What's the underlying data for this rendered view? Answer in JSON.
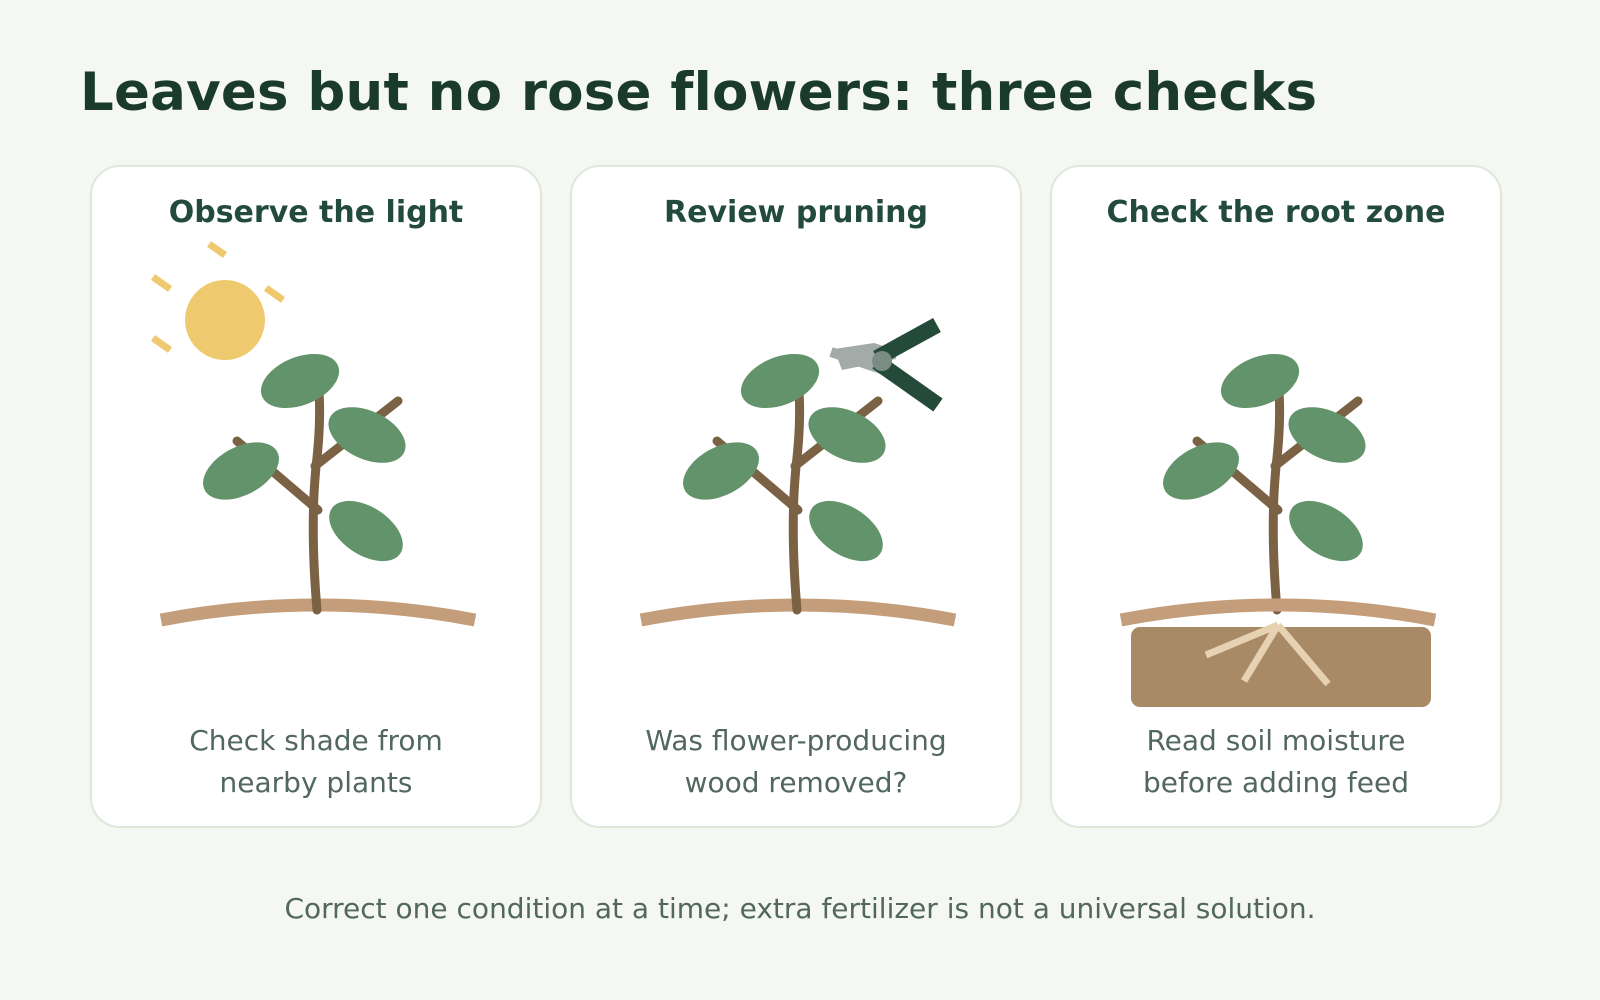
{
  "title": "Leaves but no rose flowers: three checks",
  "colors": {
    "background": "#f5f7f2",
    "title": "#1b3a2e",
    "card_heading": "#234b3c",
    "body_text": "#52685f",
    "card_border": "#dde8d8",
    "leaf": "#63936a",
    "stem": "#7b6245",
    "ground": "#c49e7a",
    "sun": "#eec96e",
    "soil": "#a98a66",
    "roots": "#e6d2b2",
    "pruner_blade": "#a3aba8",
    "pruner_handle": "#244a39"
  },
  "cards": [
    {
      "heading": "Observe the light",
      "caption_line1": "Check shade from",
      "caption_line2": "nearby plants",
      "icon": "sun-icon"
    },
    {
      "heading": "Review pruning",
      "caption_line1": "Was flower-producing",
      "caption_line2": "wood removed?",
      "icon": "pruning-shears-icon"
    },
    {
      "heading": "Check the root zone",
      "caption_line1": "Read soil moisture",
      "caption_line2": "before adding feed",
      "icon": "root-zone-icon"
    }
  ],
  "footer": "Correct one condition at a time; extra fertilizer is not a universal solution."
}
